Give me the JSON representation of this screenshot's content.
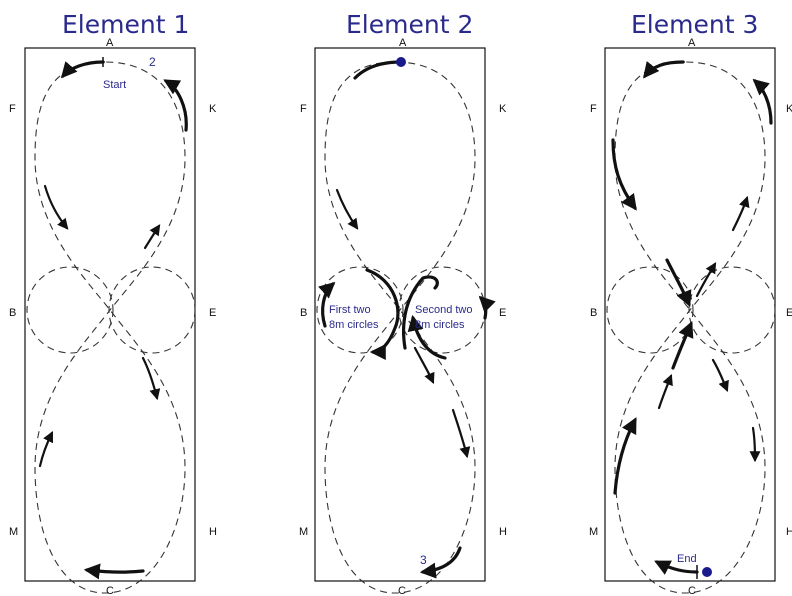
{
  "panels": [
    {
      "title": "Element 1",
      "letters": {
        "A": "A",
        "K": "K",
        "E": "E",
        "H": "H",
        "C": "C",
        "M": "M",
        "B": "B",
        "F": "F"
      },
      "notes": {
        "start": "Start",
        "number": "2"
      }
    },
    {
      "title": "Element 2",
      "letters": {
        "A": "A",
        "K": "K",
        "E": "E",
        "H": "H",
        "C": "C",
        "M": "M",
        "B": "B",
        "F": "F"
      },
      "notes": {
        "left_l1": "First two",
        "left_l2": "8m circles",
        "right_l1": "Second two",
        "right_l2": "8m circles",
        "number": "3"
      }
    },
    {
      "title": "Element 3",
      "letters": {
        "A": "A",
        "K": "K",
        "E": "E",
        "H": "H",
        "C": "C",
        "M": "M",
        "B": "B",
        "F": "F"
      },
      "notes": {
        "end": "End"
      }
    }
  ],
  "colors": {
    "title": "#2a2a8c",
    "marker": "#1a1a8c",
    "line": "#111111"
  }
}
